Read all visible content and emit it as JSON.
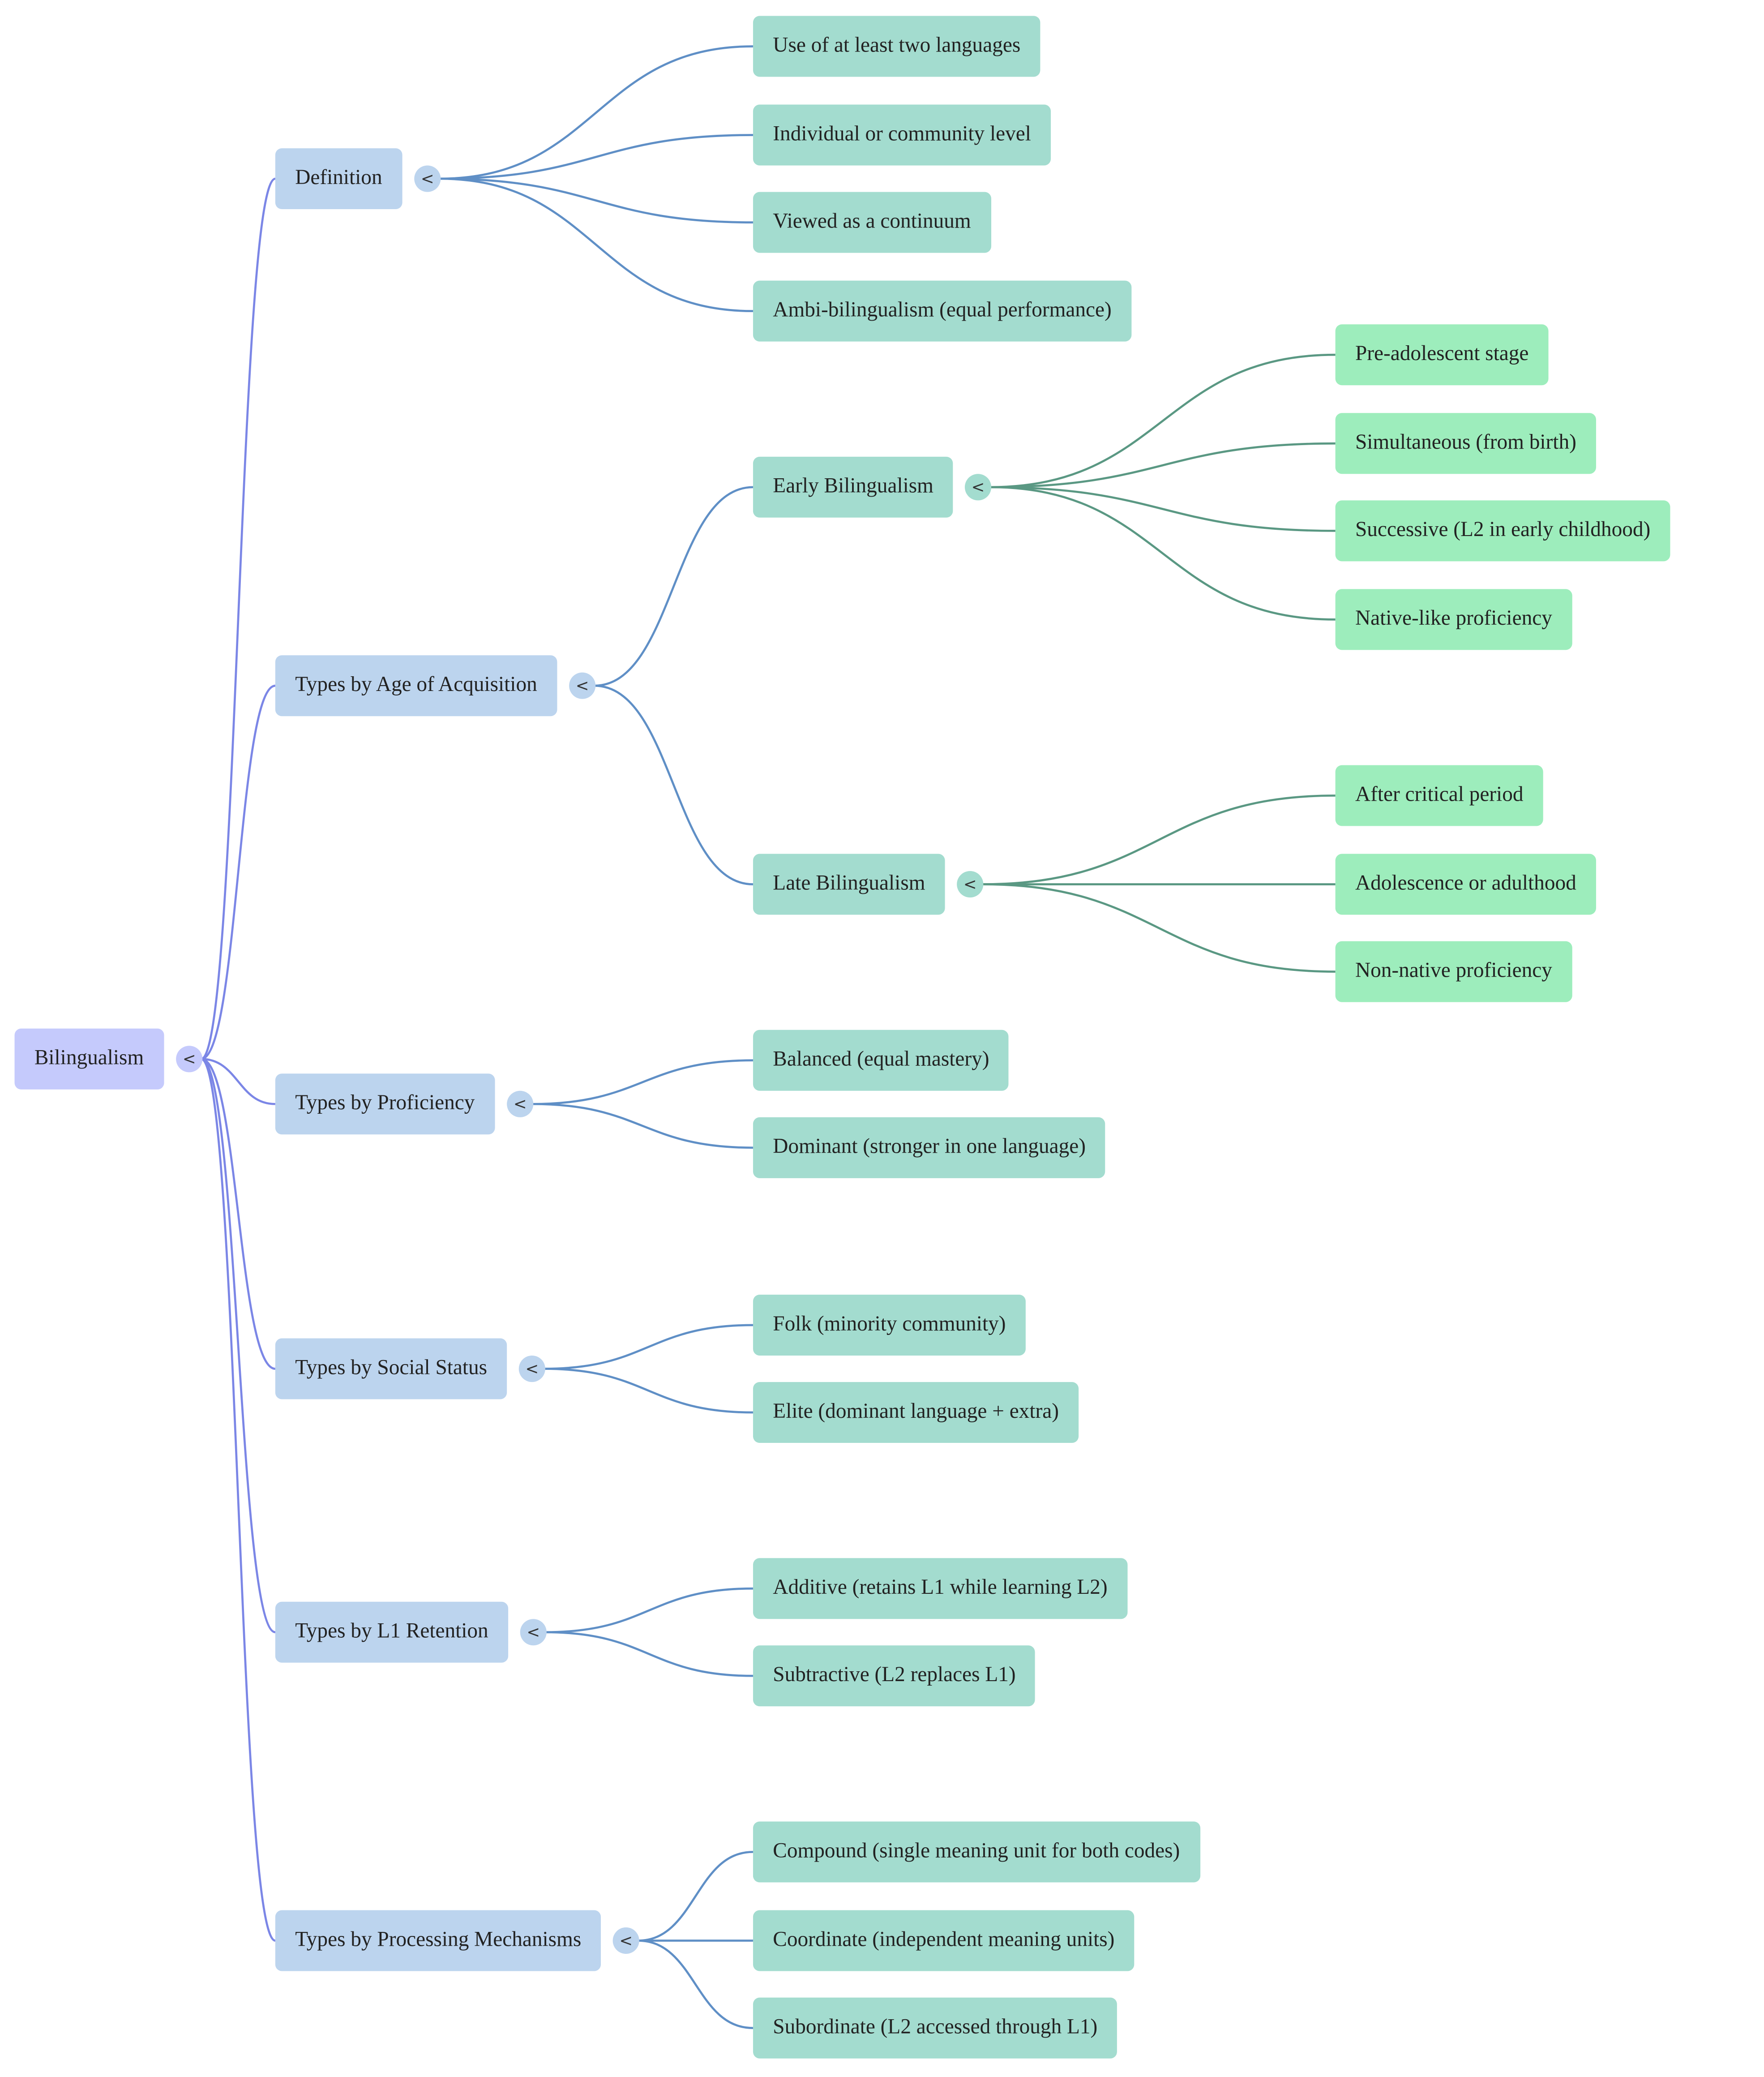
{
  "colors": {
    "root_fill": "#c5cafc",
    "root_edge": "#7b86e6",
    "level1_fill": "#bcd4ee",
    "level1_edge": "#5f8fc6",
    "level2_fill": "#a3dccf",
    "level2_edge": "#5a9883",
    "level3_fill": "#9dedbc"
  },
  "toggle_symbol": "<",
  "tree": {
    "label": "Bilingualism",
    "children": [
      {
        "label": "Definition",
        "children": [
          {
            "label": "Use of at least two languages"
          },
          {
            "label": "Individual or community level"
          },
          {
            "label": "Viewed as a continuum"
          },
          {
            "label": "Ambi-bilingualism (equal performance)"
          }
        ]
      },
      {
        "label": "Types by Age of Acquisition",
        "children": [
          {
            "label": "Early Bilingualism",
            "children": [
              {
                "label": "Pre-adolescent stage"
              },
              {
                "label": "Simultaneous (from birth)"
              },
              {
                "label": "Successive (L2 in early childhood)"
              },
              {
                "label": "Native-like proficiency"
              }
            ]
          },
          {
            "label": "Late Bilingualism",
            "children": [
              {
                "label": "After critical period"
              },
              {
                "label": "Adolescence or adulthood"
              },
              {
                "label": "Non-native proficiency"
              }
            ]
          }
        ]
      },
      {
        "label": "Types by Proficiency",
        "children": [
          {
            "label": "Balanced (equal mastery)"
          },
          {
            "label": "Dominant (stronger in one language)"
          }
        ]
      },
      {
        "label": "Types by Social Status",
        "children": [
          {
            "label": "Folk (minority community)"
          },
          {
            "label": "Elite (dominant language + extra)"
          }
        ]
      },
      {
        "label": "Types by L1 Retention",
        "children": [
          {
            "label": "Additive (retains L1 while learning L2)"
          },
          {
            "label": "Subtractive (L2 replaces L1)"
          }
        ]
      },
      {
        "label": "Types by Processing Mechanisms",
        "children": [
          {
            "label": "Compound (single meaning unit for both codes)"
          },
          {
            "label": "Coordinate (independent meaning units)"
          },
          {
            "label": "Subordinate (L2 accessed through L1)"
          }
        ]
      }
    ]
  }
}
